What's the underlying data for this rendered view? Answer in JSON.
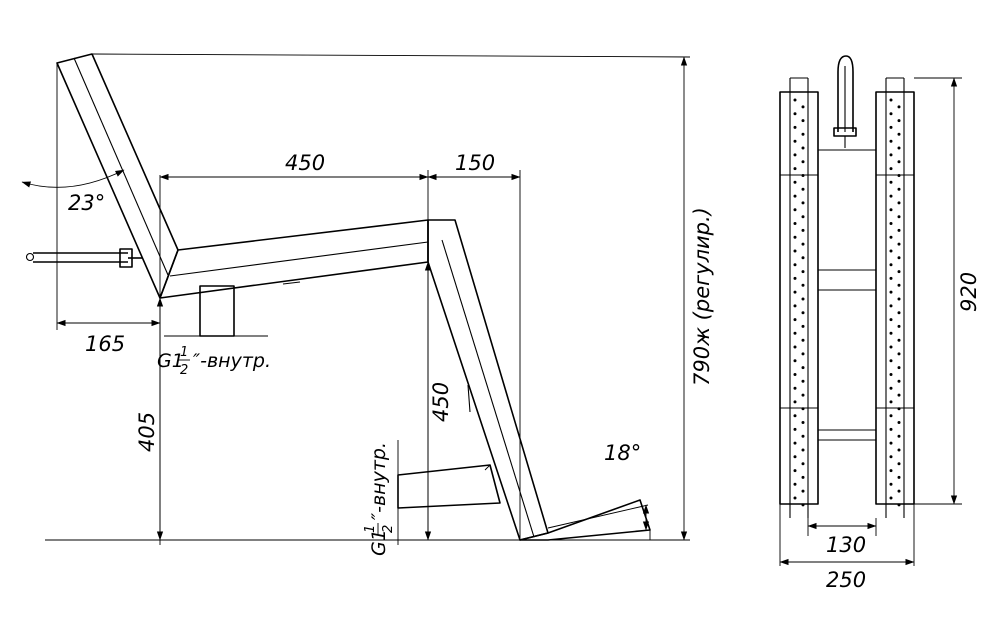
{
  "drawing": {
    "side_view": {
      "dim_width_upper": "450",
      "dim_width_step": "150",
      "dim_width_left": "165",
      "angle_back": "23°",
      "angle_foot": "18°",
      "dim_height_seat": "405",
      "dim_height_total": "790ж (регулир.)",
      "dim_length_leg": "450",
      "pipe_note_top_whole": "G1",
      "pipe_note_top_num": "1",
      "pipe_note_top_den": "2",
      "pipe_note_top_suffix": "″-внутр.",
      "pipe_note_bottom_whole": "G1",
      "pipe_note_bottom_num": "1",
      "pipe_note_bottom_den": "2",
      "pipe_note_bottom_suffix": "″-внутр."
    },
    "front_view": {
      "dim_height": "920",
      "dim_inner_width": "130",
      "dim_outer_width": "250",
      "holes_per_column": 30
    }
  }
}
